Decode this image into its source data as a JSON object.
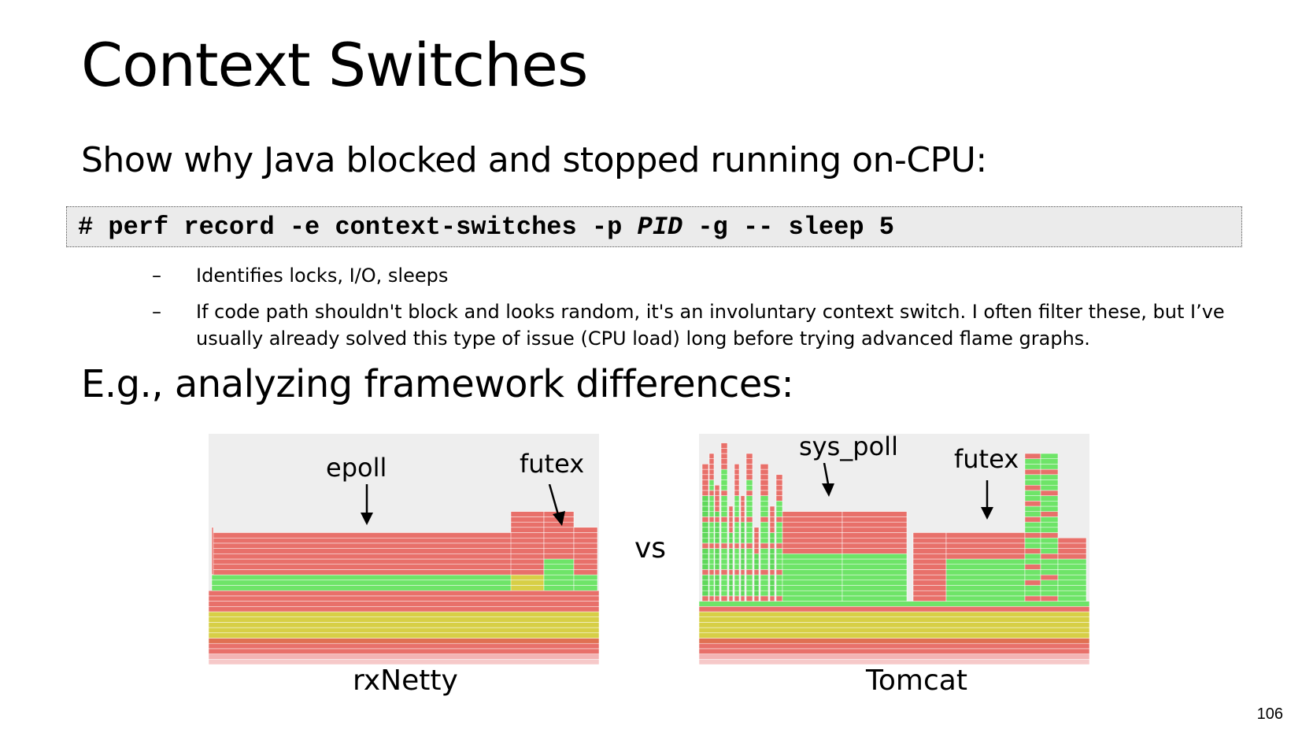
{
  "slide": {
    "title": "Context Switches",
    "subtitle": "Show why Java blocked and stopped running on-CPU:",
    "command": {
      "prefix": "# perf record -e context-switches -p ",
      "pid": "PID",
      "suffix": " -g -- sleep 5"
    },
    "bullets": [
      {
        "dash": "–",
        "text": "Identifies locks, I/O, sleeps"
      },
      {
        "dash": "–",
        "text": "If code path shouldn't block and looks random, it's an involuntary context switch. I often filter these, but I’ve usually already solved this type of issue (CPU load) long before trying advanced flame graphs."
      }
    ],
    "example_heading": "E.g., analyzing framework differences:",
    "page_number": "106"
  },
  "comparison": {
    "vs_label": "vs",
    "left": {
      "caption": "rxNetty",
      "annotations": [
        "epoll",
        "futex"
      ]
    },
    "right": {
      "caption": "Tomcat",
      "annotations": [
        "sys_poll",
        "futex"
      ]
    }
  },
  "colors": {
    "red": "#e8706a",
    "green": "#6ee468",
    "yellow": "#d7cf46",
    "pink": "#f3b4b4",
    "bg": "#eeeeee"
  }
}
